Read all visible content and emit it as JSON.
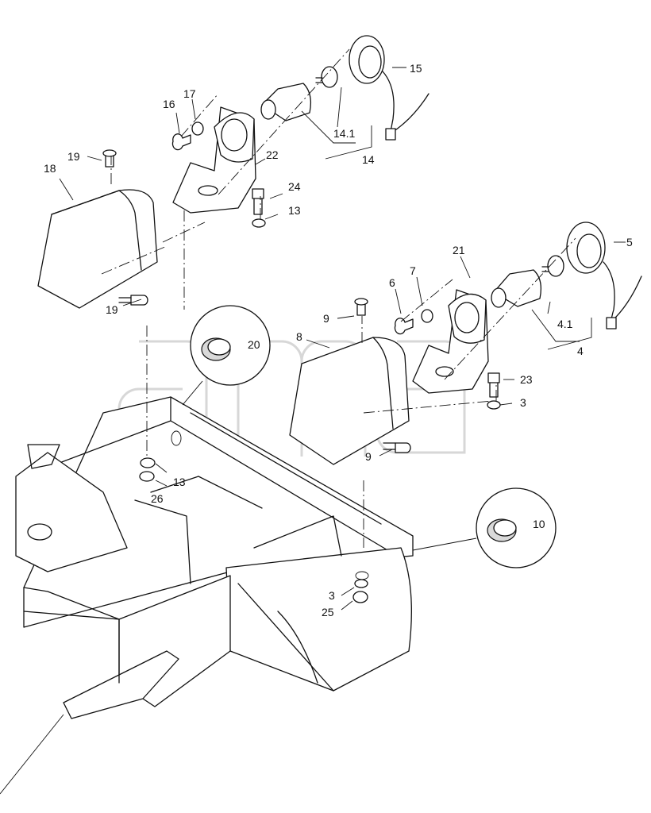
{
  "labels": {
    "l15": "15",
    "l14_1": "14.1",
    "l14": "14",
    "l16": "16",
    "l17": "17",
    "l18": "18",
    "l19a": "19",
    "l19b": "19",
    "l22": "22",
    "l24": "24",
    "l13a": "13",
    "l5": "5",
    "l21": "21",
    "l6": "6",
    "l7": "7",
    "l9a": "9",
    "l9b": "9",
    "l8": "8",
    "l4_1": "4.1",
    "l4": "4",
    "l23": "23",
    "l3a": "3",
    "l20": "20",
    "l13b": "13",
    "l26": "26",
    "l10": "10",
    "l3b": "3",
    "l25": "25"
  },
  "watermark": "ama"
}
